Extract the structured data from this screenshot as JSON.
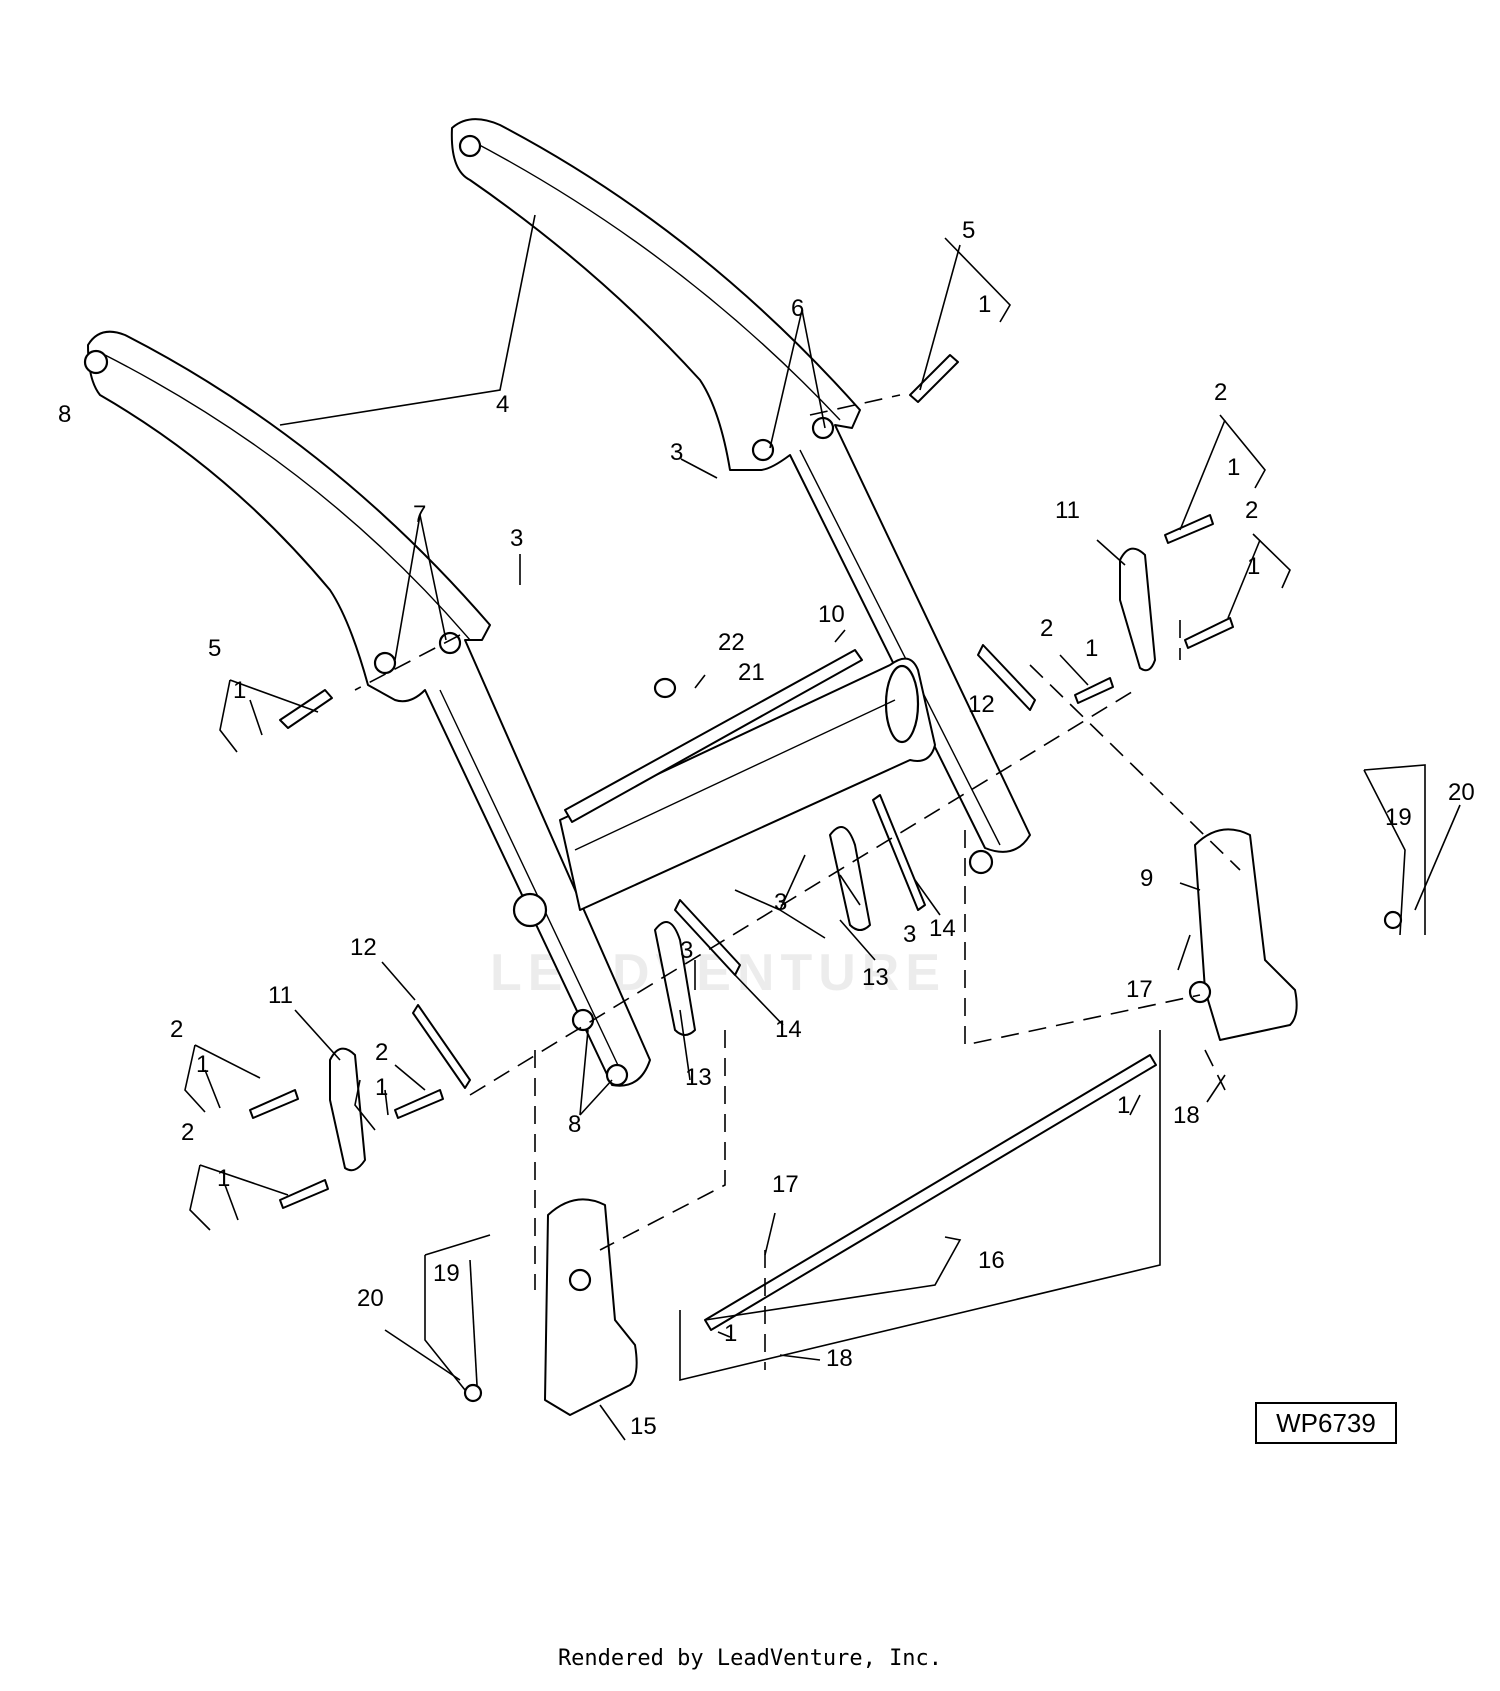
{
  "diagram": {
    "figure_id": "WP6739",
    "footer": "Rendered by LeadVenture, Inc.",
    "watermark": "LEADVENTURE",
    "callouts": [
      {
        "id": "c-5a",
        "text": "5"
      },
      {
        "id": "c-1a",
        "text": "1"
      },
      {
        "id": "c-6",
        "text": "6"
      },
      {
        "id": "c-3a",
        "text": "3"
      },
      {
        "id": "c-4",
        "text": "4"
      },
      {
        "id": "c-8a",
        "text": "8"
      },
      {
        "id": "c-7",
        "text": "7"
      },
      {
        "id": "c-3b",
        "text": "3"
      },
      {
        "id": "c-5b",
        "text": "5"
      },
      {
        "id": "c-1b",
        "text": "1"
      },
      {
        "id": "c-2a",
        "text": "2"
      },
      {
        "id": "c-1c",
        "text": "1"
      },
      {
        "id": "c-11a",
        "text": "11"
      },
      {
        "id": "c-2b",
        "text": "2"
      },
      {
        "id": "c-1d",
        "text": "1"
      },
      {
        "id": "c-2c",
        "text": "2"
      },
      {
        "id": "c-1e",
        "text": "1"
      },
      {
        "id": "c-10",
        "text": "10"
      },
      {
        "id": "c-22",
        "text": "22"
      },
      {
        "id": "c-21",
        "text": "21"
      },
      {
        "id": "c-12a",
        "text": "12"
      },
      {
        "id": "c-20a",
        "text": "20"
      },
      {
        "id": "c-19a",
        "text": "19"
      },
      {
        "id": "c-9",
        "text": "9"
      },
      {
        "id": "c-3c",
        "text": "3"
      },
      {
        "id": "c-14a",
        "text": "14"
      },
      {
        "id": "c-3d",
        "text": "3"
      },
      {
        "id": "c-13a",
        "text": "13"
      },
      {
        "id": "c-17a",
        "text": "17"
      },
      {
        "id": "c-12b",
        "text": "12"
      },
      {
        "id": "c-3e",
        "text": "3"
      },
      {
        "id": "c-14b",
        "text": "14"
      },
      {
        "id": "c-11b",
        "text": "11"
      },
      {
        "id": "c-2d",
        "text": "2"
      },
      {
        "id": "c-1f",
        "text": "1"
      },
      {
        "id": "c-2e",
        "text": "2"
      },
      {
        "id": "c-1g",
        "text": "1"
      },
      {
        "id": "c-13b",
        "text": "13"
      },
      {
        "id": "c-8b",
        "text": "8"
      },
      {
        "id": "c-2f",
        "text": "2"
      },
      {
        "id": "c-1h",
        "text": "1"
      },
      {
        "id": "c-18a",
        "text": "18"
      },
      {
        "id": "c-1i",
        "text": "1"
      },
      {
        "id": "c-17b",
        "text": "17"
      },
      {
        "id": "c-16",
        "text": "16"
      },
      {
        "id": "c-19b",
        "text": "19"
      },
      {
        "id": "c-20b",
        "text": "20"
      },
      {
        "id": "c-1j",
        "text": "1"
      },
      {
        "id": "c-18b",
        "text": "18"
      },
      {
        "id": "c-15",
        "text": "15"
      }
    ]
  }
}
